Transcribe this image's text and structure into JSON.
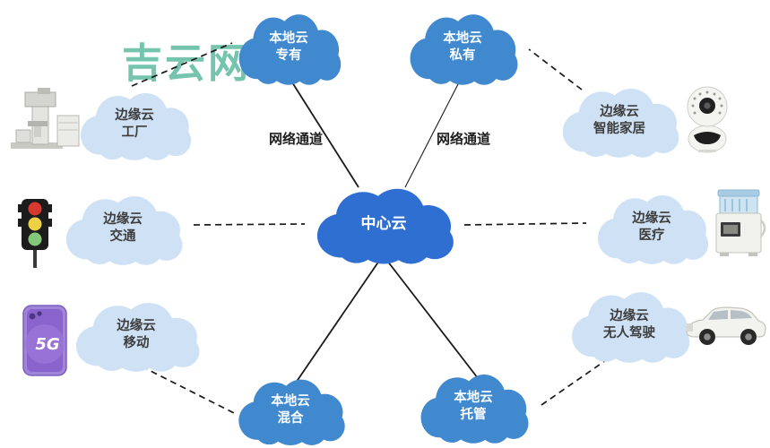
{
  "watermark": {
    "text": "吉云网"
  },
  "colors": {
    "center_cloud": "#2f6fd2",
    "local_cloud": "#4189cf",
    "edge_cloud": "#cfe2f5",
    "watermark": "#4db397",
    "line": "#1a1a1a"
  },
  "nodes": {
    "center": {
      "title": "中心云"
    },
    "local_dedicated": {
      "title": "本地云",
      "subtitle": "专有"
    },
    "local_private": {
      "title": "本地云",
      "subtitle": "私有"
    },
    "local_hybrid": {
      "title": "本地云",
      "subtitle": "混合"
    },
    "local_hosted": {
      "title": "本地云",
      "subtitle": "托管"
    },
    "edge_factory": {
      "title": "边缘云",
      "subtitle": "工厂",
      "icon": "factory-machine-icon"
    },
    "edge_traffic": {
      "title": "边缘云",
      "subtitle": "交通",
      "icon": "traffic-light-icon"
    },
    "edge_mobile": {
      "title": "边缘云",
      "subtitle": "移动",
      "icon": "phone-5g-icon",
      "icon_text": "5G"
    },
    "edge_smart_home": {
      "title": "边缘云",
      "subtitle": "智能家居",
      "icon": "security-camera-icon"
    },
    "edge_medical": {
      "title": "边缘云",
      "subtitle": "医疗",
      "icon": "medical-device-icon"
    },
    "edge_driverless": {
      "title": "边缘云",
      "subtitle": "无人驾驶",
      "icon": "car-icon"
    }
  },
  "labels": {
    "network_channel_left": "网络通道",
    "network_channel_right": "网络通道"
  }
}
